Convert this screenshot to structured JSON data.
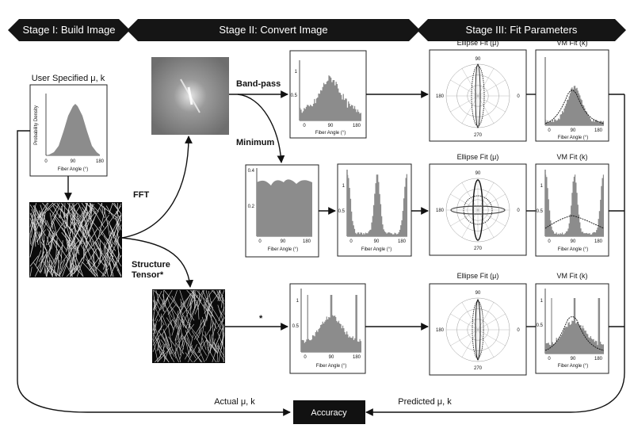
{
  "banners": [
    {
      "label": "Stage I: Build Image"
    },
    {
      "label": "Stage II: Convert Image"
    },
    {
      "label": "Stage III: Fit Parameters"
    }
  ],
  "stage1": {
    "user_title": "User Specified μ, k",
    "ylabel": "Probability Density",
    "xlabel": "Fiber Angle (°)",
    "x_ticks": [
      "0",
      "90",
      "180"
    ]
  },
  "methods": {
    "fft": "FFT",
    "structure": "Structure Tensor*",
    "bandpass": "Band-pass",
    "minimum": "Minimum",
    "asterisk": "*"
  },
  "histograms": {
    "xlabel": "Fiber Angle (°)",
    "x_ticks": [
      "0",
      "90",
      "180"
    ],
    "bandpass_y_ticks": [
      "1",
      "0.5"
    ],
    "minimum_y_ticks": [
      "0.4",
      "0.2"
    ],
    "minimum_post_y_ticks": [
      "1",
      "0.5"
    ],
    "structure_y_ticks": [
      "1",
      "0.5"
    ]
  },
  "fits": {
    "ellipse_title": "Ellipse Fit (μ)",
    "vm_title": "VM Fit (k)",
    "polar_ticks": {
      "top": "90",
      "left": "180",
      "right": "0",
      "bottom": "270"
    },
    "vm_y_ticks": [
      "1",
      "0.5"
    ]
  },
  "bottom": {
    "actual": "Actual μ, k",
    "predicted": "Predicted μ, k",
    "accuracy": "Accuracy"
  },
  "colors": {
    "banner": "#151515",
    "histogram": "#8c8c8c",
    "accuracy_box": "#111111"
  }
}
